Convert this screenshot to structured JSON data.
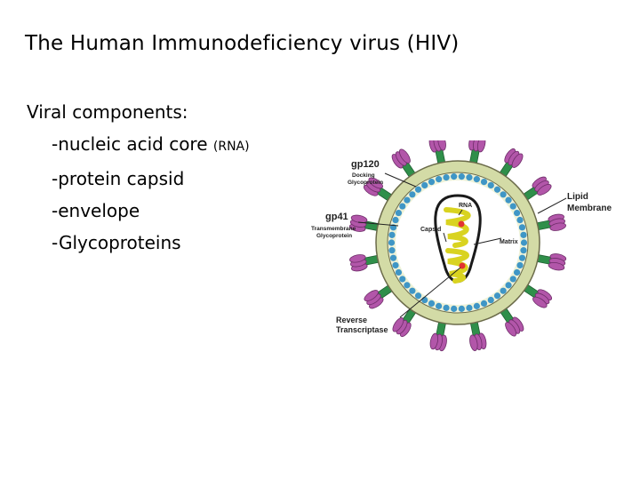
{
  "title": "The Human Immunodeficiency virus (HIV)",
  "intro": "Viral components:",
  "components": [
    {
      "text": "-nucleic acid core",
      "note": "(RNA)"
    },
    {
      "text": "-protein capsid",
      "note": ""
    },
    {
      "text": "-envelope",
      "note": ""
    },
    {
      "text": "-Glycoproteins",
      "note": ""
    }
  ],
  "diagram": {
    "labels": {
      "gp120": "gp120",
      "gp120_desc_1": "Docking",
      "gp120_desc_2": "Glycoprotein",
      "gp41": "gp41",
      "gp41_desc_1": "Transmembrane",
      "gp41_desc_2": "Glycoprotein",
      "lipid_1": "Lipid",
      "lipid_2": "Membrane",
      "rna": "RNA",
      "capsid": "Capsid",
      "matrix": "Matrix",
      "rt_1": "Reverse",
      "rt_2": "Transcriptase"
    },
    "colors": {
      "membrane": "#d3dba6",
      "matrix_dots": "#3f96c6",
      "inner": "#ffffff",
      "capsid_outline": "#1a1a1a",
      "rna": "#d9d320",
      "gp120": "#b256a9",
      "gp41": "#2f8f4a",
      "enzyme": "#e23232"
    }
  }
}
